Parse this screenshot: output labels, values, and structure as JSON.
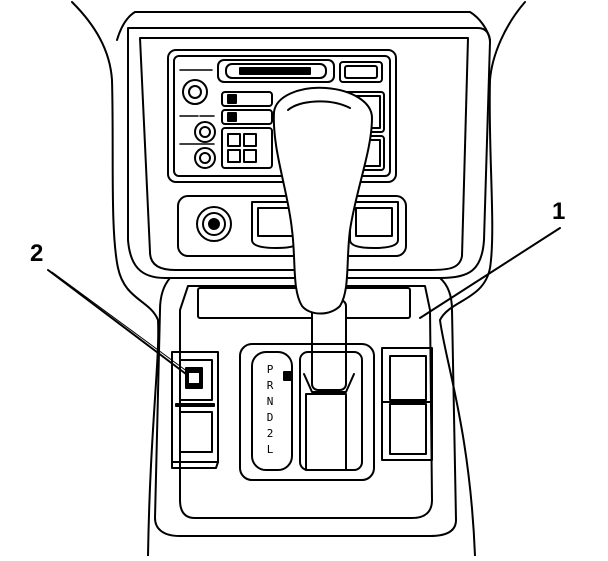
{
  "callouts": {
    "one": "1",
    "two": "2"
  },
  "shift_pattern": [
    "P",
    "R",
    "N",
    "D",
    "2",
    "L"
  ],
  "colors": {
    "line": "#000000",
    "background": "#ffffff"
  }
}
